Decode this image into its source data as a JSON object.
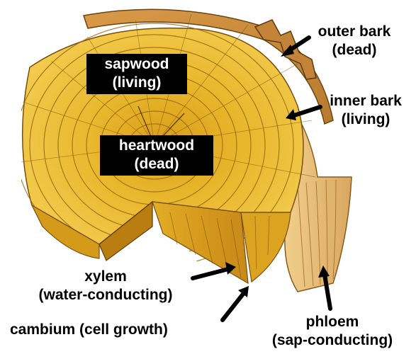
{
  "diagram": {
    "labels": {
      "sapwood": {
        "line1": "sapwood",
        "line2": "(living)"
      },
      "heartwood": {
        "line1": "heartwood",
        "line2": "(dead)"
      },
      "outer_bark": {
        "line1": "outer bark",
        "line2": "(dead)"
      },
      "inner_bark": {
        "line1": "inner bark",
        "line2": "(living)"
      },
      "xylem": {
        "line1": "xylem",
        "line2": "(water-conducting)"
      },
      "cambium": {
        "line1": "cambium (cell growth)"
      },
      "phloem": {
        "line1": "phloem",
        "line2": "(sap-conducting)"
      }
    },
    "colors": {
      "wood_face": "#e8b72c",
      "wood_light": "#f6d35a",
      "wood_dark": "#c88d13",
      "heartwood_face": "#d9a21d",
      "grain_dark": "#3a2405",
      "bark_outer": "#c98a3a",
      "bark_inner": "#e9c07a",
      "label_box": "#000000",
      "label_text_on_box": "#ffffff",
      "arrow": "#000000"
    }
  }
}
